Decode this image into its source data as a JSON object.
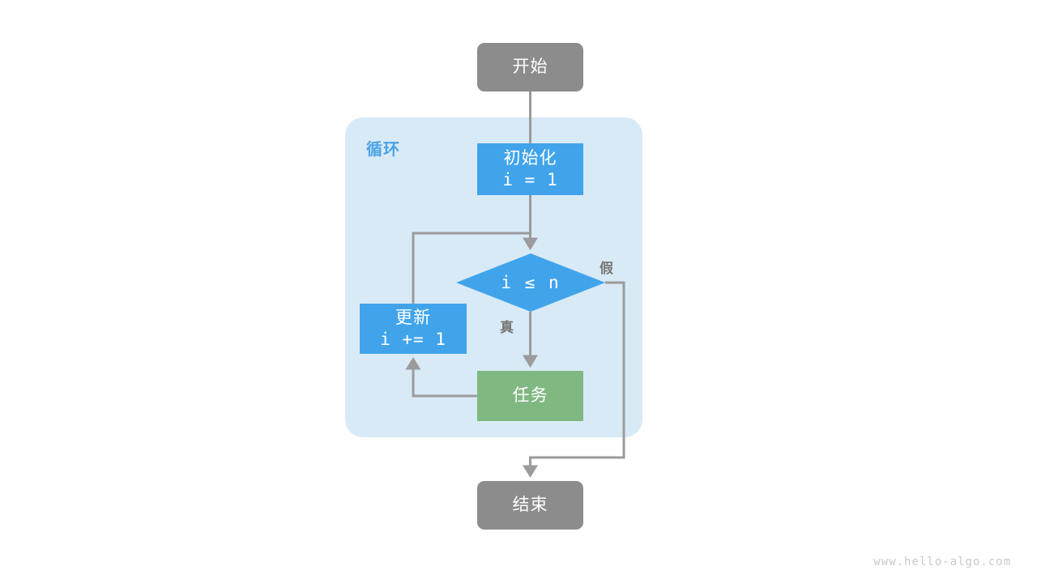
{
  "diagram": {
    "type": "flowchart",
    "title_watermark": "www.hello-algo.com",
    "panel": {
      "label": "循环"
    },
    "nodes": {
      "start": {
        "label": "开始",
        "shape": "terminal",
        "color": "#8c8c8c"
      },
      "init": {
        "label": "初始化",
        "code": "i = 1",
        "shape": "process",
        "color": "#41a4eb"
      },
      "condition": {
        "label": "i ≤ n",
        "shape": "decision",
        "color": "#41a4eb"
      },
      "update": {
        "label": "更新",
        "code": "i += 1",
        "shape": "process",
        "color": "#41a4eb"
      },
      "task": {
        "label": "任务",
        "shape": "process",
        "color": "#80b881"
      },
      "end": {
        "label": "结束",
        "shape": "terminal",
        "color": "#8c8c8c"
      }
    },
    "branch_labels": {
      "true": "真",
      "false": "假"
    },
    "colors": {
      "background": "#ffffff",
      "panel_fill": "#d9eaf7",
      "panel_label": "#4aa3e8",
      "blue": "#41a4eb",
      "green": "#80b881",
      "gray": "#8c8c8c",
      "connector": "#9b9b9b",
      "branch_label": "#777777",
      "watermark": "#c9c9c9"
    }
  }
}
